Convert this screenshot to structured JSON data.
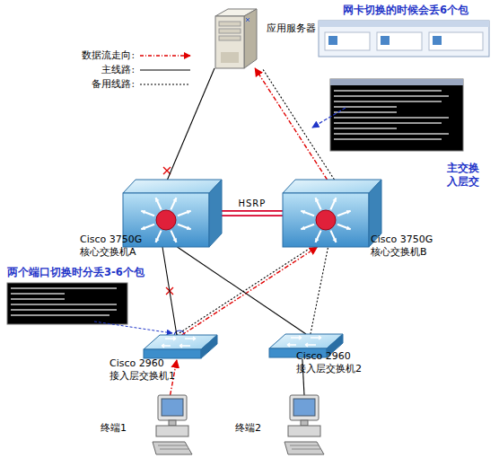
{
  "diagram": {
    "nodes": [
      {
        "text": [
          "应用服务器"
        ]
      },
      {
        "text": [
          "Cisco 3750G 核心交换机A"
        ]
      },
      {
        "text": [
          "Cisco 3750G 核心交换机B"
        ]
      },
      {
        "text": [
          "Cisco 2960 接入层交换机1"
        ]
      },
      {
        "text": [
          "Cisco 2960 接入层交换机2"
        ]
      },
      {
        "text": [
          "终端1"
        ]
      },
      {
        "text": [
          "终端2"
        ]
      }
    ],
    "edges": [
      {
        "from": 1,
        "to": 0,
        "arrow": "none"
      },
      {
        "from": 2,
        "to": 0,
        "arrow": "to"
      },
      {
        "from": 1,
        "to": 2,
        "label": "HSRP",
        "arrow": "none"
      },
      {
        "from": 3,
        "to": 1,
        "arrow": "none"
      },
      {
        "from": 3,
        "to": 2,
        "arrow": "to"
      },
      {
        "from": 4,
        "to": 1,
        "arrow": "none"
      },
      {
        "from": 4,
        "to": 2,
        "arrow": "none"
      },
      {
        "from": 5,
        "to": 3,
        "arrow": "to"
      },
      {
        "from": 6,
        "to": 4,
        "arrow": "none"
      }
    ],
    "labels": [
      "网卡切换的时候会丢6个包",
      "两个端口切换时分丢3-6个包",
      "主交换 入层交"
    ],
    "legend": [
      {
        "text": "数据流走向:"
      },
      {
        "text": "主线路:"
      },
      {
        "text": "备用线路:"
      }
    ]
  }
}
